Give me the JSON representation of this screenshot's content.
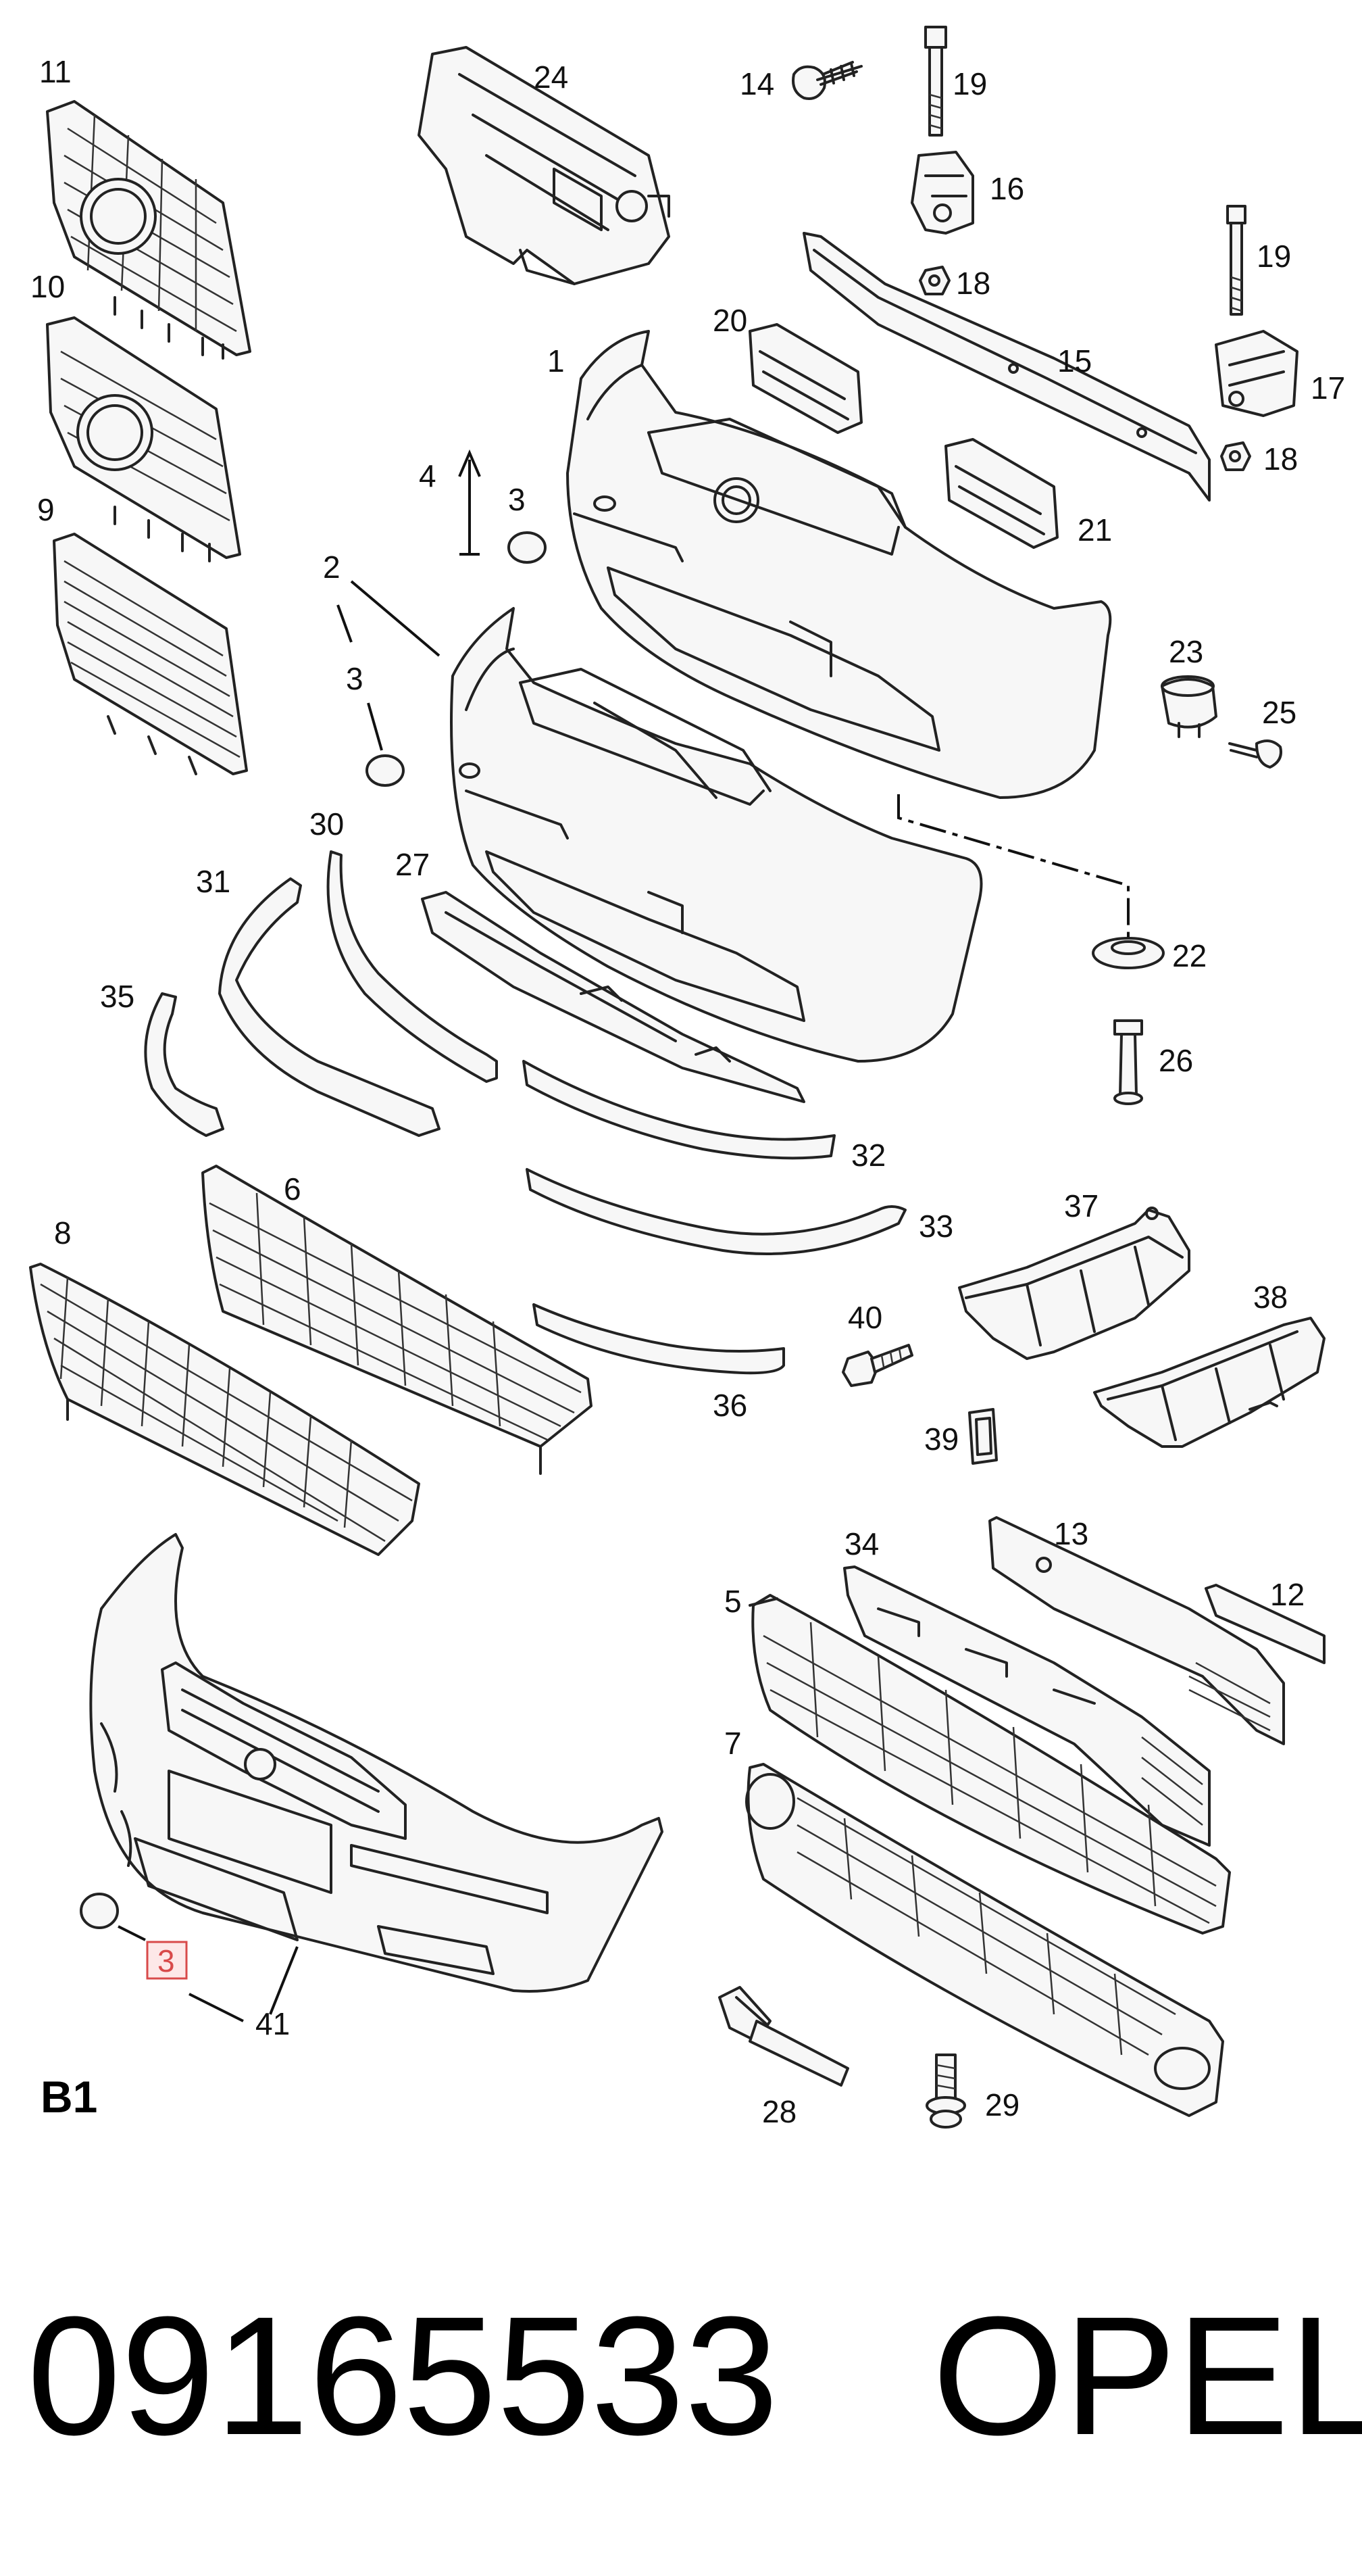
{
  "diagram": {
    "sheet_label": "B1",
    "highlighted_callout": "3",
    "highlight_color": "#d84a4a",
    "callouts": {
      "c1": "1",
      "c2": "2",
      "c3a": "3",
      "c3b": "3",
      "c4": "4",
      "c5": "5",
      "c6": "6",
      "c7": "7",
      "c8": "8",
      "c9": "9",
      "c10": "10",
      "c11": "11",
      "c12": "12",
      "c13": "13",
      "c14": "14",
      "c15": "15",
      "c16": "16",
      "c17": "17",
      "c18a": "18",
      "c18b": "18",
      "c19a": "19",
      "c19b": "19",
      "c20": "20",
      "c21": "21",
      "c22": "22",
      "c23": "23",
      "c24": "24",
      "c25": "25",
      "c26": "26",
      "c27": "27",
      "c28": "28",
      "c29": "29",
      "c30": "30",
      "c31": "31",
      "c32": "32",
      "c33": "33",
      "c34": "34",
      "c35": "35",
      "c36": "36",
      "c37": "37",
      "c38": "38",
      "c39": "39",
      "c40": "40",
      "c41": "41"
    }
  },
  "part_number": "09165533",
  "brand": "OPEL"
}
